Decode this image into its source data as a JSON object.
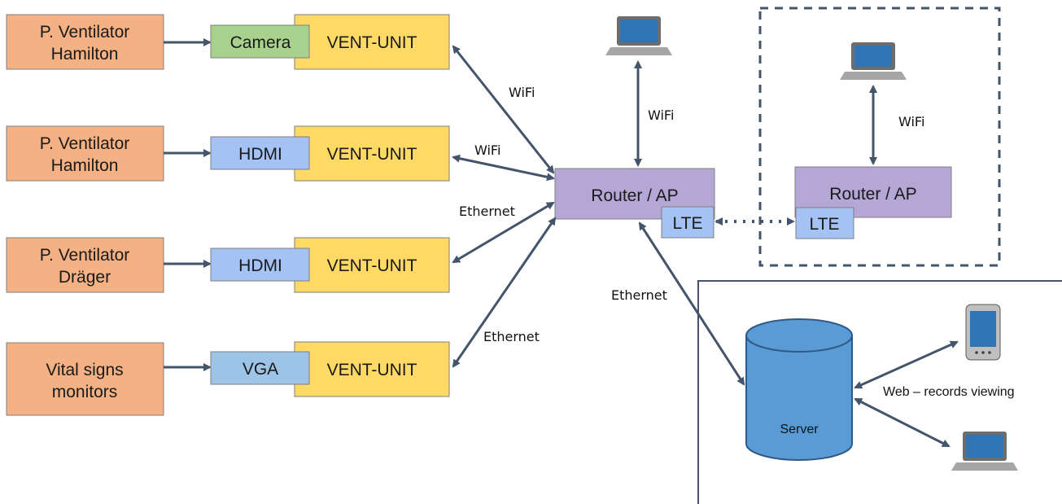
{
  "sources": [
    {
      "line1": "P. Ventilator",
      "line2": "Hamilton"
    },
    {
      "line1": "P. Ventilator",
      "line2": "Hamilton"
    },
    {
      "line1": "P. Ventilator",
      "line2": "Dräger"
    },
    {
      "line1": "Vital signs",
      "line2": "monitors"
    }
  ],
  "interfaces": [
    "Camera",
    "HDMI",
    "HDMI",
    "VGA"
  ],
  "vent_units": [
    "VENT-UNIT",
    "VENT-UNIT",
    "VENT-UNIT",
    "VENT-UNIT"
  ],
  "links": {
    "unit1": "WiFi",
    "unit2": "WiFi",
    "unit3": "Ethernet",
    "unit4": "Ethernet",
    "laptop_local": "WiFi",
    "laptop_remote": "WiFi",
    "server": "Ethernet"
  },
  "router_local": {
    "label": "Router / AP",
    "lte": "LTE"
  },
  "router_remote": {
    "label": "Router / AP",
    "lte": "LTE"
  },
  "server": {
    "label": "Server"
  },
  "web_label": "Web – records viewing",
  "colors": {
    "source": "#F4B183",
    "camera": "#A9D18E",
    "interface": "#A4C2F4",
    "vga": "#9DC3E6",
    "vent_unit": "#FFD966",
    "router": "#B4A7D6",
    "server": "#5B9BD5",
    "arrow": "#44546A"
  }
}
